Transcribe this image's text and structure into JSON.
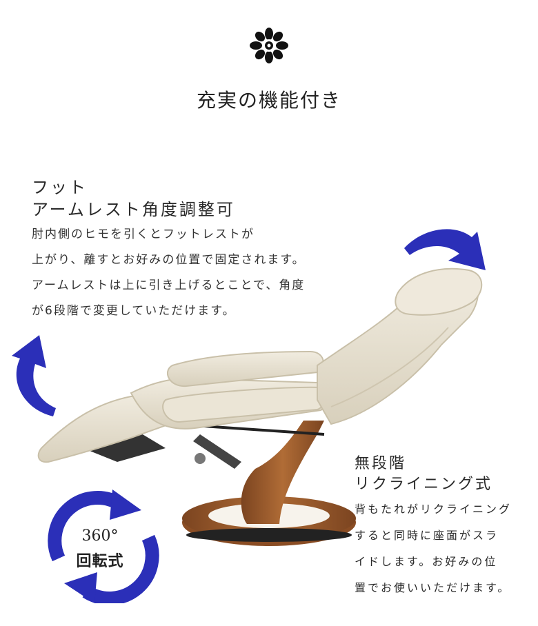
{
  "heading": "充実の機能付き",
  "footrest": {
    "title_line1": "フット",
    "title_line2": "アームレスト角度調整可",
    "lines": [
      "肘内側のヒモを引くとフットレストが",
      "上がり、離すとお好みの位置で固定されます。",
      "アームレストは上に引き上げるとことで、角度",
      "が6段階で変更していただけます。"
    ]
  },
  "reclining": {
    "title_line1": "無段階",
    "title_line2": "リクライニング式",
    "lines": [
      "背もたれがリクライニング",
      "すると同時に座面がスラ",
      "イドします。お好みの位",
      "置でお使いいただけます。"
    ]
  },
  "rotation": {
    "label_line1": "360°",
    "label_line2": "回転式"
  },
  "colors": {
    "arrow_blue": "#2b2fb8",
    "leather": "#e6e0cf",
    "wood": "#9a5a2c"
  }
}
